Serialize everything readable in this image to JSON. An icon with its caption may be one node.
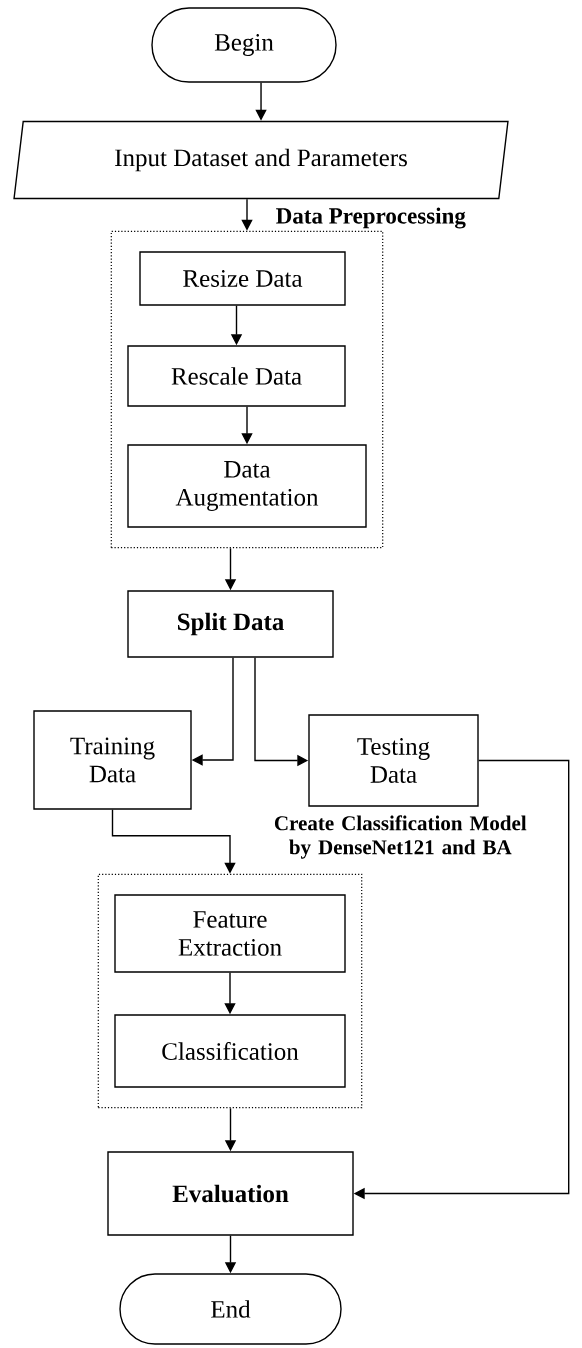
{
  "diagram": {
    "nodes": [
      {
        "text": [
          "Begin"
        ]
      },
      {
        "text": [
          "Input Dataset and Parameters"
        ]
      },
      {
        "text": [
          "Data Preprocessing"
        ]
      },
      {
        "text": [
          "Resize Data"
        ],
        "in": 2
      },
      {
        "text": [
          "Rescale Data"
        ],
        "in": 2
      },
      {
        "text": [
          "Data Augmentation"
        ],
        "in": 2
      },
      {
        "text": [
          "Split Data"
        ]
      },
      {
        "text": [
          "Training Data"
        ]
      },
      {
        "text": [
          "Testing Data"
        ]
      },
      {
        "text": [
          "Create Classification Model by DenseNet121 and BA"
        ]
      },
      {
        "text": [
          "Feature Extraction"
        ],
        "in": 9
      },
      {
        "text": [
          "Classification"
        ],
        "in": 9
      },
      {
        "text": [
          "Evaluation"
        ]
      },
      {
        "text": [
          "End"
        ]
      }
    ],
    "edges": [
      {
        "from": 0,
        "to": 1,
        "arrow": "to"
      },
      {
        "from": 1,
        "to": 2,
        "arrow": "to"
      },
      {
        "from": 3,
        "to": 4,
        "arrow": "to"
      },
      {
        "from": 4,
        "to": 5,
        "arrow": "to"
      },
      {
        "from": 2,
        "to": 6,
        "arrow": "to"
      },
      {
        "from": 6,
        "to": 7,
        "arrow": "to"
      },
      {
        "from": 6,
        "to": 8,
        "arrow": "to"
      },
      {
        "from": 7,
        "to": 9,
        "arrow": "to"
      },
      {
        "from": 10,
        "to": 11,
        "arrow": "to"
      },
      {
        "from": 9,
        "to": 12,
        "arrow": "to"
      },
      {
        "from": 8,
        "to": 12,
        "arrow": "to"
      },
      {
        "from": 12,
        "to": 13,
        "arrow": "to"
      }
    ]
  }
}
